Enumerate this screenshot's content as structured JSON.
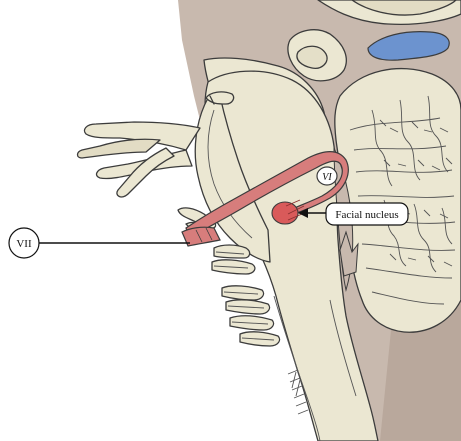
{
  "labels": {
    "cranial_nerve": "VII",
    "nucleus": "Facial nucleus",
    "abducens_nucleus": "VI"
  },
  "colors": {
    "brain_fill": "#ebe7d2",
    "background_tissue": "#c8b9ae",
    "ventricle": "#6c93cf",
    "facial_nerve": "#d77d7c",
    "nucleus": "#d95a5a",
    "outline": "#3c3c3c"
  }
}
